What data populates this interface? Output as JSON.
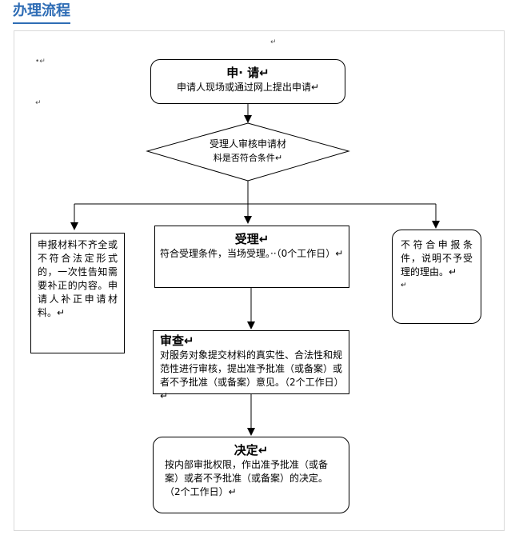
{
  "header": {
    "title": "办理流程"
  },
  "marks": {
    "top_right": "↵",
    "left_a": "•↵",
    "left_b": "↵"
  },
  "nodes": {
    "apply": {
      "title": "申· 请↵",
      "text": "申请人现场或通过网上提出申请↵"
    },
    "check": {
      "line1": "受理人审核申请材",
      "line2": "料是否符合条件↵"
    },
    "incomplete": {
      "text": "申报材料不齐全或不符合法定形式的，一次性告知需要补正的内容。申请人补正申请材料。↵"
    },
    "accept": {
      "title": "受理↵",
      "text": "符合受理条件，当场受理。··（0个工作日）↵"
    },
    "reject": {
      "text": "不符合申报条件，说明不予受理的理由。↵",
      "extra": "↵"
    },
    "review": {
      "title": "审查↵",
      "text": "对服务对象提交材料的真实性、合法性和规范性进行审核，提出准予批准（或备案）或者不予批准（或备案）意见。（2个工作日）↵"
    },
    "decide": {
      "title": "决定↵",
      "text": "按内部审批权限，作出准予批准（或备案）或者不予批准（或备案）的决定。（2个工作日）↵"
    }
  }
}
